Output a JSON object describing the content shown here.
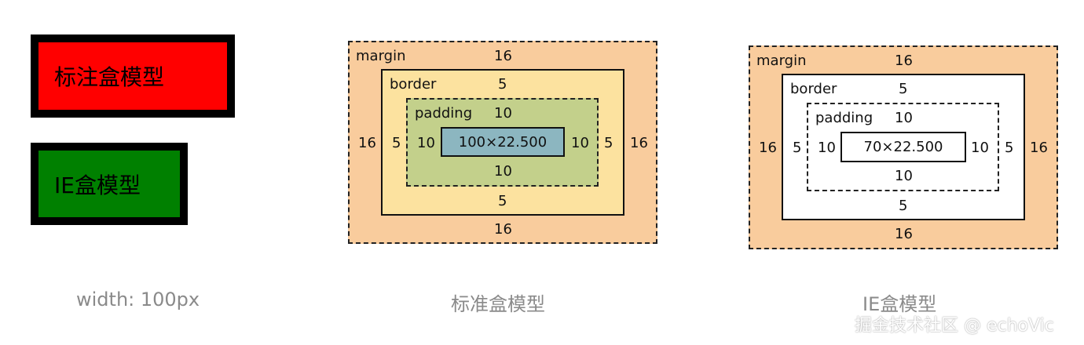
{
  "samples": {
    "standard_label": "标注盒模型",
    "ie_label": "IE盒模型",
    "width_caption": "width: 100px"
  },
  "standard": {
    "caption": "标准盒模型",
    "margin_label": "margin",
    "border_label": "border",
    "padding_label": "padding",
    "margin": {
      "top": "16",
      "bottom": "16",
      "left": "16",
      "right": "16"
    },
    "border": {
      "top": "5",
      "bottom": "5",
      "left": "5",
      "right": "5"
    },
    "padding": {
      "top": "10",
      "bottom": "10",
      "left": "10",
      "right": "10"
    },
    "content": "100×22.500",
    "colors": {
      "margin": "#f9cc9d",
      "border": "#fce29f",
      "padding": "#c3d08b",
      "content": "#8cb6c0"
    }
  },
  "ie": {
    "caption": "IE盒模型",
    "margin_label": "margin",
    "border_label": "border",
    "padding_label": "padding",
    "margin": {
      "top": "16",
      "bottom": "16",
      "left": "16",
      "right": "16"
    },
    "border": {
      "top": "5",
      "bottom": "5",
      "left": "5",
      "right": "5"
    },
    "padding": {
      "top": "10",
      "bottom": "10",
      "left": "10",
      "right": "10"
    },
    "content": "70×22.500",
    "colors": {
      "margin": "#f9cc9d",
      "border": "#ffffff",
      "padding": "#ffffff",
      "content": "#ffffff"
    }
  },
  "watermark": "掘金技术社区 @ echoVic",
  "sample_colors": {
    "standard": "#ff0000",
    "ie": "#008000",
    "frame": "#000000"
  }
}
